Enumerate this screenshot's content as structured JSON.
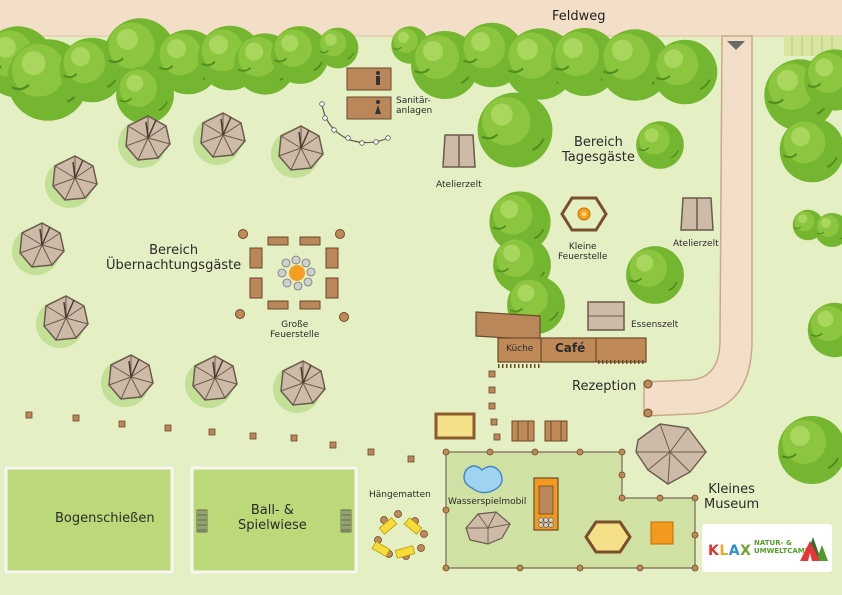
{
  "labels": {
    "feldweg": "Feldweg",
    "sanitaer": "Sanitär-\nanlagen",
    "atelierzelt_left": "Atelierzelt",
    "bereich_tages": "Bereich\nTagesgäste",
    "atelierzelt_right": "Atelierzelt",
    "kleine_feuerstelle": "Kleine\nFeuerstelle",
    "bereich_ueber": "Bereich\nÜbernachtungsgäste",
    "grosse_feuerstelle": "Große\nFeuerstelle",
    "essenszelt": "Essenszelt",
    "kueche": "Küche",
    "cafe": "Café",
    "rezeption": "Rezeption",
    "haengematten": "Hängematten",
    "wasserspielmobil": "Wasserspielmobil",
    "kleines_museum": "Kleines\nMuseum",
    "bogenschiessen": "Bogenschießen",
    "ballspielwiese": "Ball- &\nSpielwiese"
  },
  "logo": {
    "k": "K",
    "l": "L",
    "a": "A",
    "x": "X",
    "line1": "NATUR- &",
    "line2": "UMWELTCAMP"
  },
  "colors": {
    "grass": "#e4efc3",
    "tree_dark": "#6fb32e",
    "tree_light": "#a7d45b",
    "path": "#f3dfc8",
    "path_edge": "#c9a98b",
    "tent": "#cdbba8",
    "wood": "#b9875a",
    "fire_orange": "#f59e1f",
    "water_blue": "#9fd3ef",
    "museum_orange": "#f39a1e"
  }
}
